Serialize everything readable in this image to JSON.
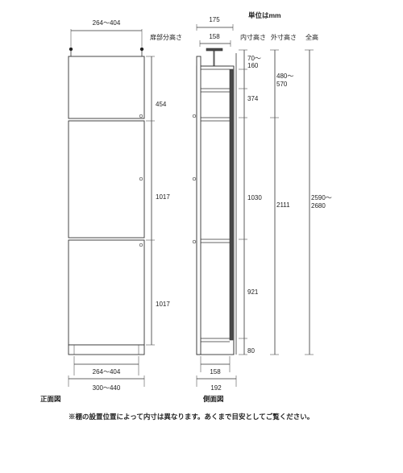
{
  "title": {
    "unit": "単位はmm"
  },
  "front_view": {
    "label": "正面図",
    "top_width": "264～404",
    "section_header": "扉部分高さ",
    "heights": [
      "454",
      "1017",
      "1017"
    ],
    "inner_width": "264～404",
    "outer_width": "300～440"
  },
  "side_view": {
    "label": "側面図",
    "top_outer": "175",
    "top_inner": "158",
    "bottom_inner": "158",
    "bottom_outer": "192",
    "inner_header": "内寸高さ",
    "outer_header": "外寸高さ",
    "total_header": "全高",
    "inner_top_a": "70～",
    "inner_top_b": "160",
    "inner_heights": [
      "374",
      "1030",
      "921",
      "80"
    ],
    "outer_top_a": "480～",
    "outer_top_b": "570",
    "outer_main": "2111",
    "total_a": "2590～",
    "total_b": "2680"
  },
  "note": "※棚の設置位置によって内寸は異なります。あくまで目安としてご覧ください。"
}
